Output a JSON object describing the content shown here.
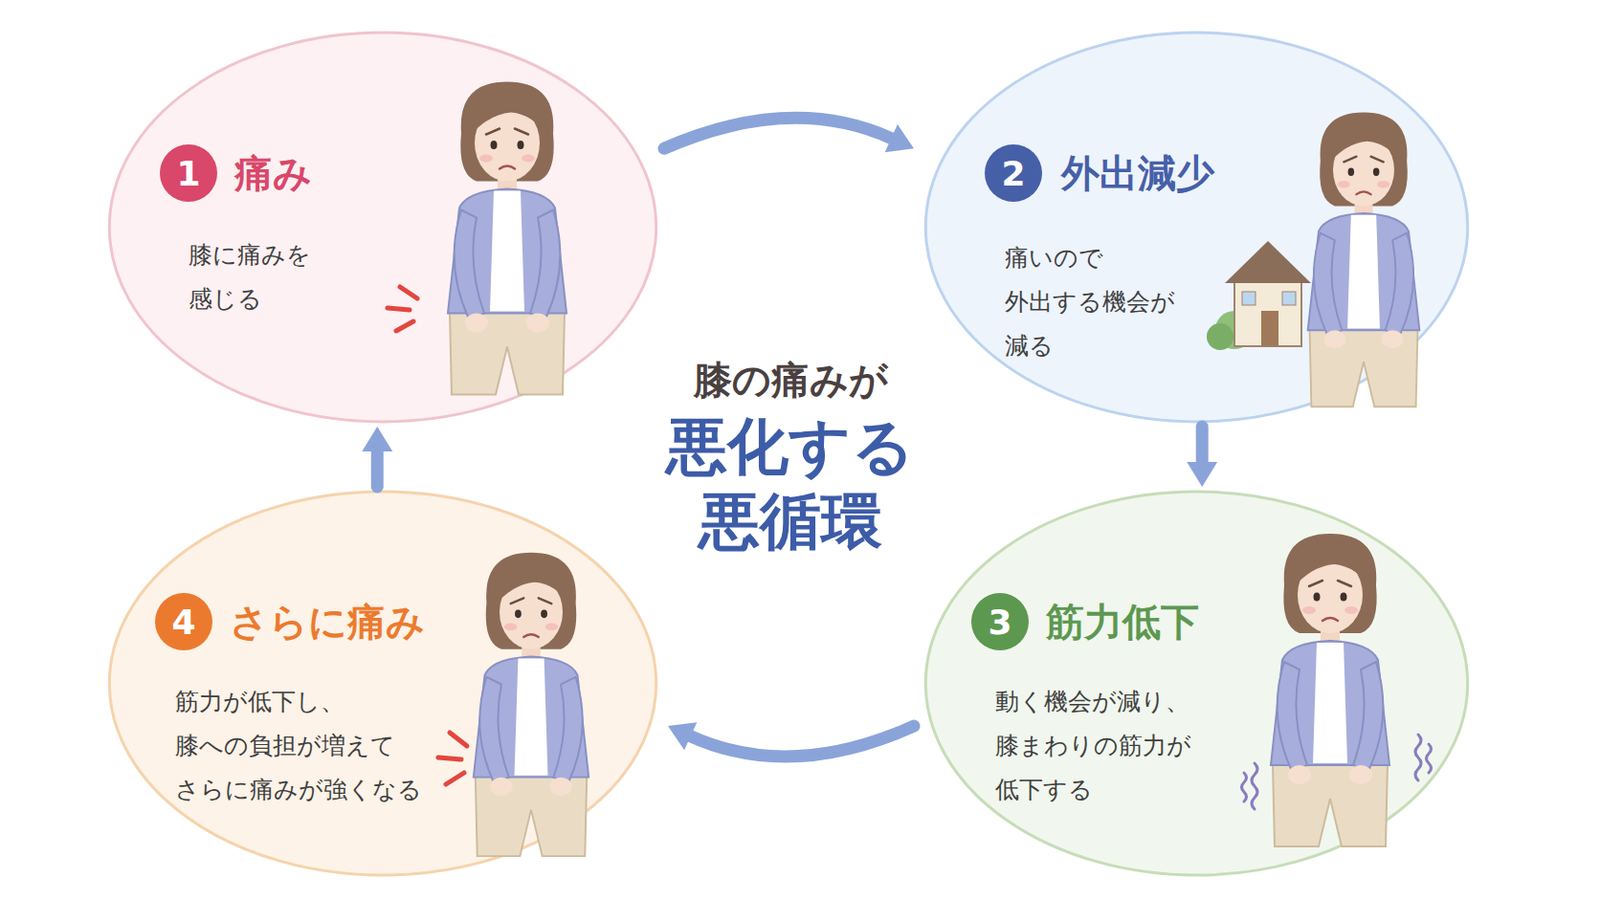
{
  "diagram": {
    "title": "膝の痛みが 悪化する 悪循環",
    "nodes": [
      {
        "text": [
          "痛み",
          "膝に痛みを 感じる"
        ]
      },
      {
        "text": [
          "1"
        ],
        "in": 0
      },
      {
        "text": [
          "外出減少",
          "痛いので 外出する機会が 減る"
        ]
      },
      {
        "text": [
          "2"
        ],
        "in": 2
      },
      {
        "text": [
          "筋力低下",
          "動く機会が減り、 膝まわりの筋力が 低下する"
        ]
      },
      {
        "text": [
          "3"
        ],
        "in": 4
      },
      {
        "text": [
          "さらに痛み",
          "筋力が低下し、 膝への負担が増えて さらに痛みが強くなる"
        ]
      },
      {
        "text": [
          "4"
        ],
        "in": 6
      }
    ],
    "edges": [
      {
        "from": 0,
        "to": 2,
        "arrow": "to"
      },
      {
        "from": 2,
        "to": 4,
        "arrow": "to"
      },
      {
        "from": 4,
        "to": 6,
        "arrow": "to"
      },
      {
        "from": 6,
        "to": 0,
        "arrow": "to"
      }
    ]
  }
}
